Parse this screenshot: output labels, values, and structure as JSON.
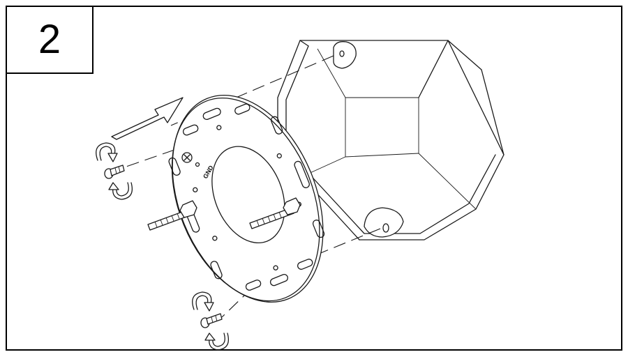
{
  "step": {
    "number": "2"
  },
  "plate": {
    "ground_label": "GND"
  },
  "colors": {
    "line": "#1a1a1a",
    "background": "#ffffff"
  },
  "parts": {
    "octagon_box": "octagon-junction-box",
    "mounting_plate": "round-mounting-plate",
    "threaded_studs": "threaded-stud",
    "screws": "mounting-screw",
    "rotation_arrows": "clockwise-rotation-icon",
    "direction_arrow": "direction-arrow-icon"
  }
}
